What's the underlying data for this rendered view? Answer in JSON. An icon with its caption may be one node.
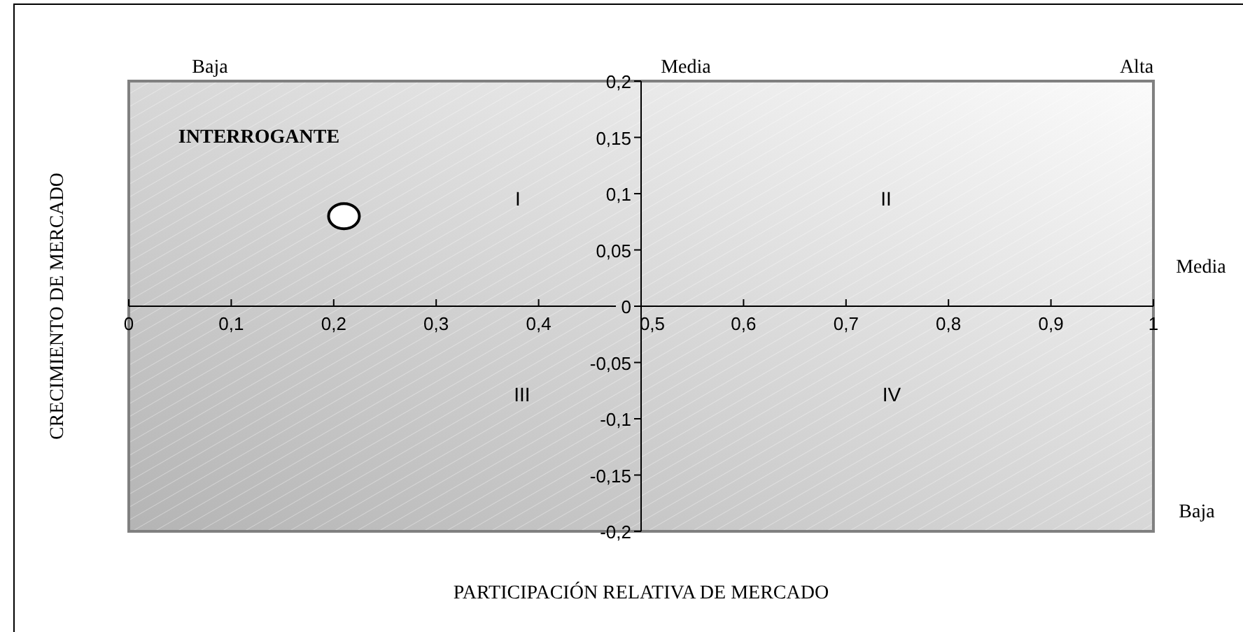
{
  "diagram": {
    "labels": [
      "Baja",
      "Media",
      "Alta",
      "INTERROGANTE",
      "I",
      "II",
      "Media",
      "III",
      "IV",
      "Baja"
    ],
    "chart_data": {
      "type": "scatter",
      "xlabel": "PARTICIPACIÓN RELATIVA DE MERCADO",
      "ylabel": "CRECIMIENTO DE MERCADO",
      "x": [
        0.21
      ],
      "series": [
        {
          "values": [
            0.08
          ]
        }
      ],
      "xlim": [
        0,
        1
      ],
      "ylim": [
        -0.2,
        0.2
      ],
      "xticks": [
        0,
        {
          "value": 0.1,
          "label": "0,1"
        },
        {
          "value": 0.2,
          "label": "0,2"
        },
        {
          "value": 0.3,
          "label": "0,3"
        },
        {
          "value": 0.4,
          "label": "0,4"
        },
        {
          "value": 0.5,
          "label": "0,5"
        },
        {
          "value": 0.6,
          "label": "0,6"
        },
        {
          "value": 0.7,
          "label": "0,7"
        },
        {
          "value": 0.8,
          "label": "0,8"
        },
        {
          "value": 0.9,
          "label": "0,9"
        },
        1
      ],
      "yticks": [
        {
          "value": -0.2,
          "label": "-0,2"
        },
        {
          "value": -0.15,
          "label": "-0,15"
        },
        {
          "value": -0.1,
          "label": "-0,1"
        },
        {
          "value": -0.05,
          "label": "-0,05"
        },
        0,
        {
          "value": 0.05,
          "label": "0,05"
        },
        {
          "value": 0.1,
          "label": "0,1"
        },
        {
          "value": 0.15,
          "label": "0,15"
        },
        {
          "value": 0.2,
          "label": "0,2"
        }
      ]
    }
  }
}
